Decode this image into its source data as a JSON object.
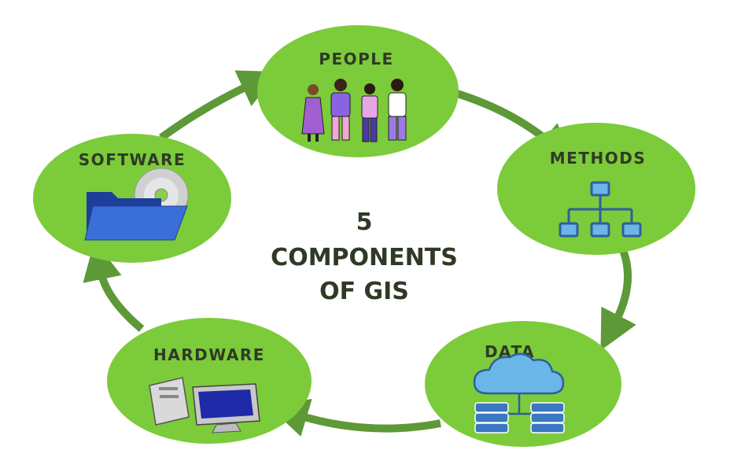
{
  "title": {
    "line1": "5",
    "line2": "COMPONENTS",
    "line3": "OF GIS"
  },
  "colors": {
    "node_fill": "#7ccb3a",
    "arrow": "#5d9937",
    "text": "#2f3a25",
    "icon_blue": "#3a78c2",
    "icon_light": "#6ab6e6"
  },
  "nodes": [
    {
      "id": "people",
      "label": "PEOPLE",
      "icon": "people-group-icon"
    },
    {
      "id": "methods",
      "label": "METHODS",
      "icon": "hierarchy-chart-icon"
    },
    {
      "id": "data",
      "label": "DATA",
      "icon": "cloud-database-icon"
    },
    {
      "id": "hardware",
      "label": "HARDWARE",
      "icon": "desktop-computer-icon"
    },
    {
      "id": "software",
      "label": "SOFTWARE",
      "icon": "folder-disc-icon"
    }
  ]
}
